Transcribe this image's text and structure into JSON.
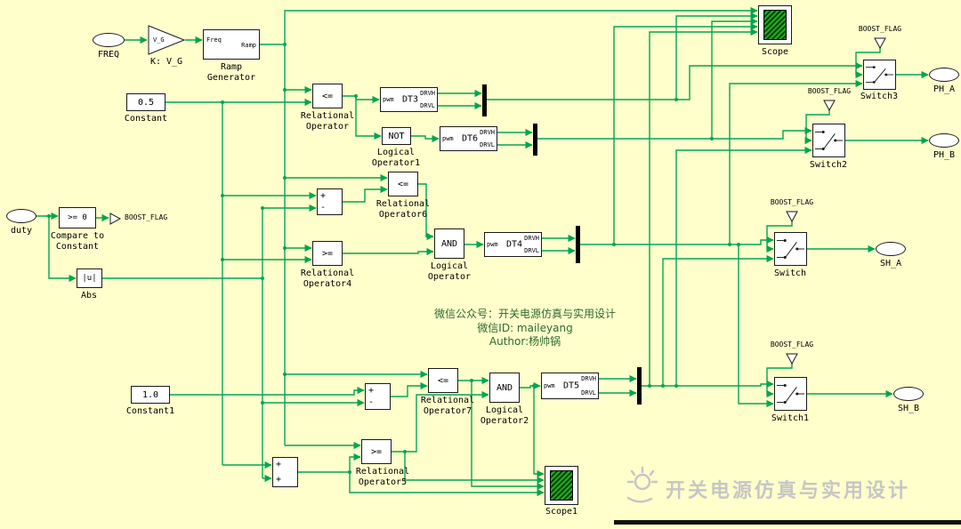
{
  "colors": {
    "background": "#FFFFCC",
    "wire": "#00A550",
    "block_fill": "#FFFFFF",
    "block_border": "#1A1A1A",
    "annotation_text": "#2D6A2D",
    "watermark_text": "#C6C6C6"
  },
  "ports": {
    "freq": "FREQ",
    "duty": "duty",
    "ph_a": "PH_A",
    "ph_b": "PH_B",
    "sh_a": "SH_A",
    "sh_b": "SH_B"
  },
  "blocks": {
    "gain": {
      "value": "V_G",
      "label": "K: V_G"
    },
    "ramp_generator": {
      "port_in": "Freq",
      "port_out": "Ramp",
      "label_line1": "Ramp",
      "label_line2": "Generator"
    },
    "constant": {
      "value": "0.5",
      "label": "Constant"
    },
    "constant1": {
      "value": "1.0",
      "label": "Constant1"
    },
    "scope": {
      "label": "Scope"
    },
    "scope1": {
      "label": "Scope1"
    },
    "relational_operator": {
      "op": "<=",
      "label_line1": "Relational",
      "label_line2": "Operator"
    },
    "relational_operator4": {
      "op": ">=",
      "label_line1": "Relational",
      "label_line2": "Operator4"
    },
    "relational_operator5": {
      "op": ">=",
      "label_line1": "Relational",
      "label_line2": "Operator5"
    },
    "relational_operator6": {
      "op": "<=",
      "label_line1": "Relational",
      "label_line2": "Operator6"
    },
    "relational_operator7": {
      "op": "<=",
      "label_line1": "Relational",
      "label_line2": "Operator7"
    },
    "logical_operator": {
      "op": "AND",
      "label_line1": "Logical",
      "label_line2": "Operator"
    },
    "logical_operator1": {
      "op": "NOT",
      "label_line1": "Logical",
      "label_line2": "Operator1"
    },
    "logical_operator2": {
      "op": "AND",
      "label_line1": "Logical",
      "label_line2": "Operator2"
    },
    "compare_to_constant": {
      "op": ">= 0",
      "label_line1": "Compare to",
      "label_line2": "Constant"
    },
    "abs": {
      "op": "|u|",
      "label": "Abs"
    },
    "dt3": {
      "in": "pwm",
      "name": "DT3",
      "out_top": "DRVH",
      "out_bottom": "DRVL"
    },
    "dt4": {
      "in": "pwm",
      "name": "DT4",
      "out_top": "DRVH",
      "out_bottom": "DRVL"
    },
    "dt5": {
      "in": "pwm",
      "name": "DT5",
      "out_top": "DRVH",
      "out_bottom": "DRVL"
    },
    "dt6": {
      "in": "pwm",
      "name": "DT6",
      "out_top": "DRVH",
      "out_bottom": "DRVL"
    },
    "switch": {
      "label": "Switch"
    },
    "switch1": {
      "label": "Switch1"
    },
    "switch2": {
      "label": "Switch2"
    },
    "switch3": {
      "label": "Switch3"
    },
    "sum1": {
      "sign_top": "+",
      "sign_bottom": "-"
    },
    "sum2": {
      "sign_top": "+",
      "sign_bottom": "-"
    },
    "sum3": {
      "sign_top": "+",
      "sign_bottom": "+"
    }
  },
  "tags": {
    "boost_flag": "BOOST_FLAG"
  },
  "annotation": {
    "line1": "微信公众号：开关电源仿真与实用设计",
    "line2": "微信ID: maileyang",
    "line3": "Author:杨帅锅"
  },
  "watermark": {
    "text": "开关电源仿真与实用设计"
  }
}
